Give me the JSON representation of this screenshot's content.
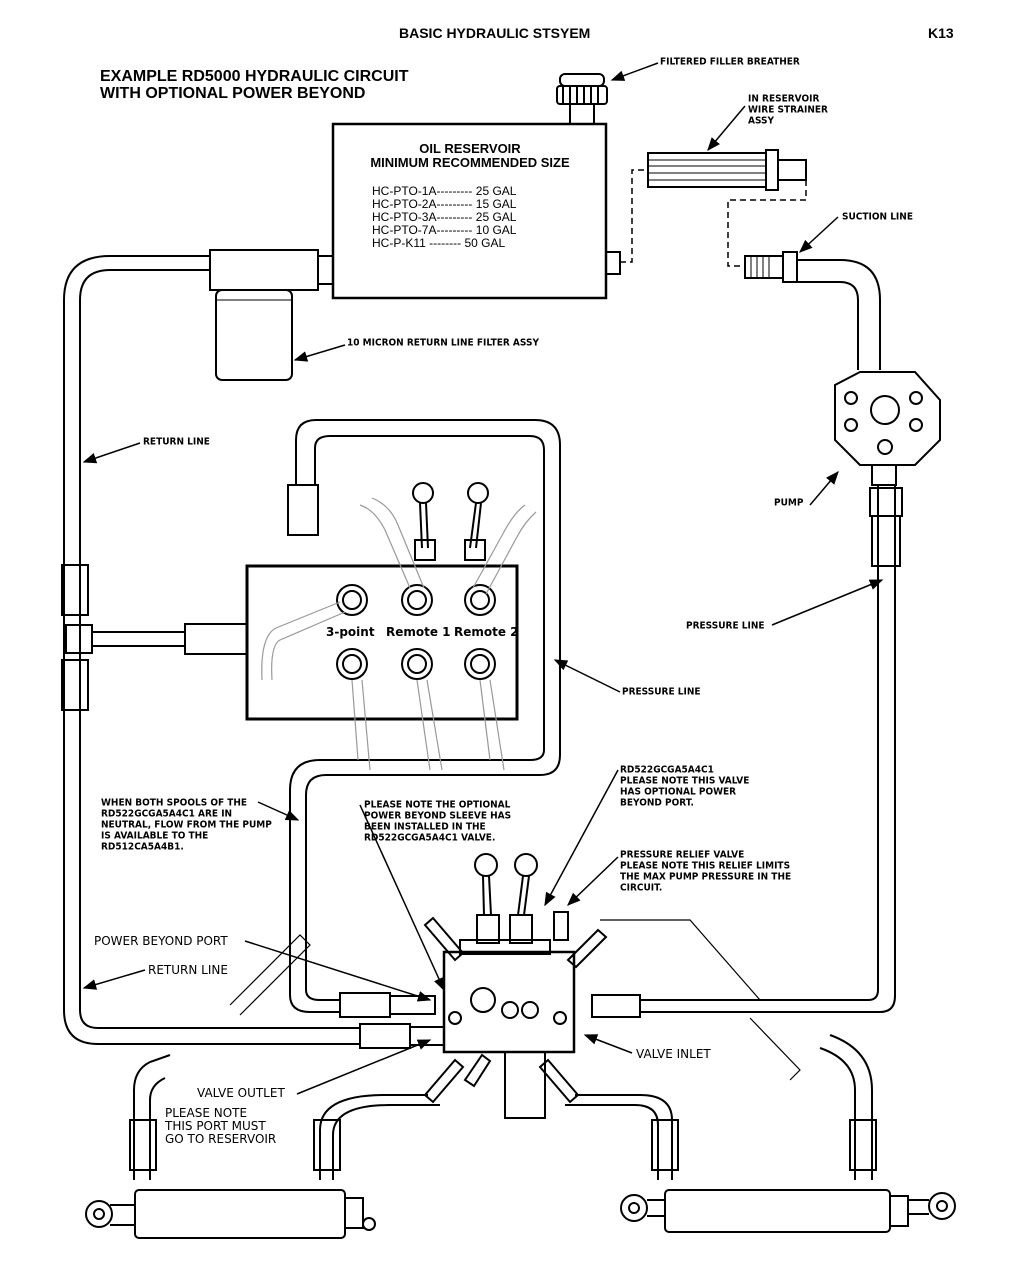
{
  "header": {
    "title": "BASIC HYDRAULIC STSYEM",
    "page_code": "K13"
  },
  "diagram_title": "EXAMPLE RD5000 HYDRAULIC CIRCUIT\nWITH OPTIONAL POWER BEYOND",
  "reservoir": {
    "title_line1": "OIL RESERVOIR",
    "title_line2": "MINIMUM RECOMMENDED SIZE",
    "rows": [
      {
        "model": "HC-PTO-1A",
        "dashes": "---------",
        "size": "25 GAL"
      },
      {
        "model": "HC-PTO-2A",
        "dashes": "---------",
        "size": "15 GAL"
      },
      {
        "model": "HC-PTO-3A",
        "dashes": "---------",
        "size": "25 GAL"
      },
      {
        "model": "HC-PTO-7A",
        "dashes": "---------",
        "size": "10 GAL"
      },
      {
        "model": "HC-P-K11",
        "dashes": "--------",
        "size": "50 GAL"
      }
    ]
  },
  "callouts": {
    "filler_breather": "FILTERED FILLER BREATHER",
    "strainer": "IN RESERVOIR\nWIRE STRAINER\nASSY",
    "suction_line": "SUCTION LINE",
    "return_filter": "10 MICRON RETURN LINE FILTER ASSY",
    "return_line_top": "RETURN LINE",
    "pump": "PUMP",
    "pressure_line_right": "PRESSURE LINE",
    "pressure_line_mid": "PRESSURE LINE",
    "spools_note": "WHEN BOTH SPOOLS OF THE\nRD522GCGA5A4C1 ARE IN\nNEUTRAL, FLOW FROM THE PUMP\nIS AVAILABLE TO THE\nRD512CA5A4B1.",
    "power_beyond_sleeve": "PLEASE NOTE THE OPTIONAL\nPOWER BEYOND SLEEVE HAS\nBEEN INSTALLED IN THE\nRD522GCGA5A4C1 VALVE.",
    "valve_note": "RD522GCGA5A4C1\nPLEASE NOTE THIS VALVE\nHAS OPTIONAL POWER\nBEYOND PORT.",
    "relief_valve": "PRESSURE RELIEF VALVE\nPLEASE NOTE THIS RELIEF LIMITS\nTHE MAX PUMP PRESSURE IN THE\nCIRCUIT.",
    "power_beyond_port": "POWER BEYOND PORT",
    "return_line_bottom": "RETURN LINE",
    "valve_inlet": "VALVE INLET",
    "valve_outlet": "VALVE OUTLET",
    "outlet_note": "PLEASE NOTE\nTHIS PORT MUST\nGO TO RESERVOIR"
  },
  "remote_ports": [
    "3-point",
    "Remote 1",
    "Remote 2"
  ],
  "stroke": "#000000"
}
